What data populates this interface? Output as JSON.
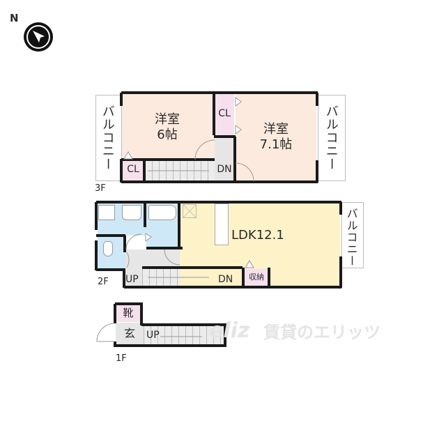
{
  "compass": {
    "label": "N",
    "icon": "north-arrow-icon"
  },
  "floors": {
    "f3": {
      "label": "3F",
      "rooms": {
        "western_room_a": {
          "name": "洋室",
          "size": "6帖"
        },
        "western_room_b": {
          "name": "洋室",
          "size": "7.1帖"
        },
        "closet_a": "CL",
        "closet_b": "CL",
        "stairs_down": "DN",
        "balcony_left": "バルコニー",
        "balcony_right": "バルコニー"
      }
    },
    "f2": {
      "label": "2F",
      "rooms": {
        "ldk": "LDK12.1",
        "storage": "収納",
        "stairs_up": "UP",
        "stairs_down": "DN",
        "balcony": "バルコニー"
      }
    },
    "f1": {
      "label": "1F",
      "rooms": {
        "shoe_closet": "靴",
        "entrance": "玄",
        "stairs_up": "UP"
      }
    }
  },
  "watermark": {
    "text": "賃貸のエリッツ",
    "logo": "eliz"
  },
  "colors": {
    "western_room": "#fbeadd",
    "closet": "#f6e0ee",
    "wet_area": "#cfe8f7",
    "ldk": "#fdf2c8",
    "corridor": "#e6e6e6",
    "wall": "#1a1a1a"
  }
}
